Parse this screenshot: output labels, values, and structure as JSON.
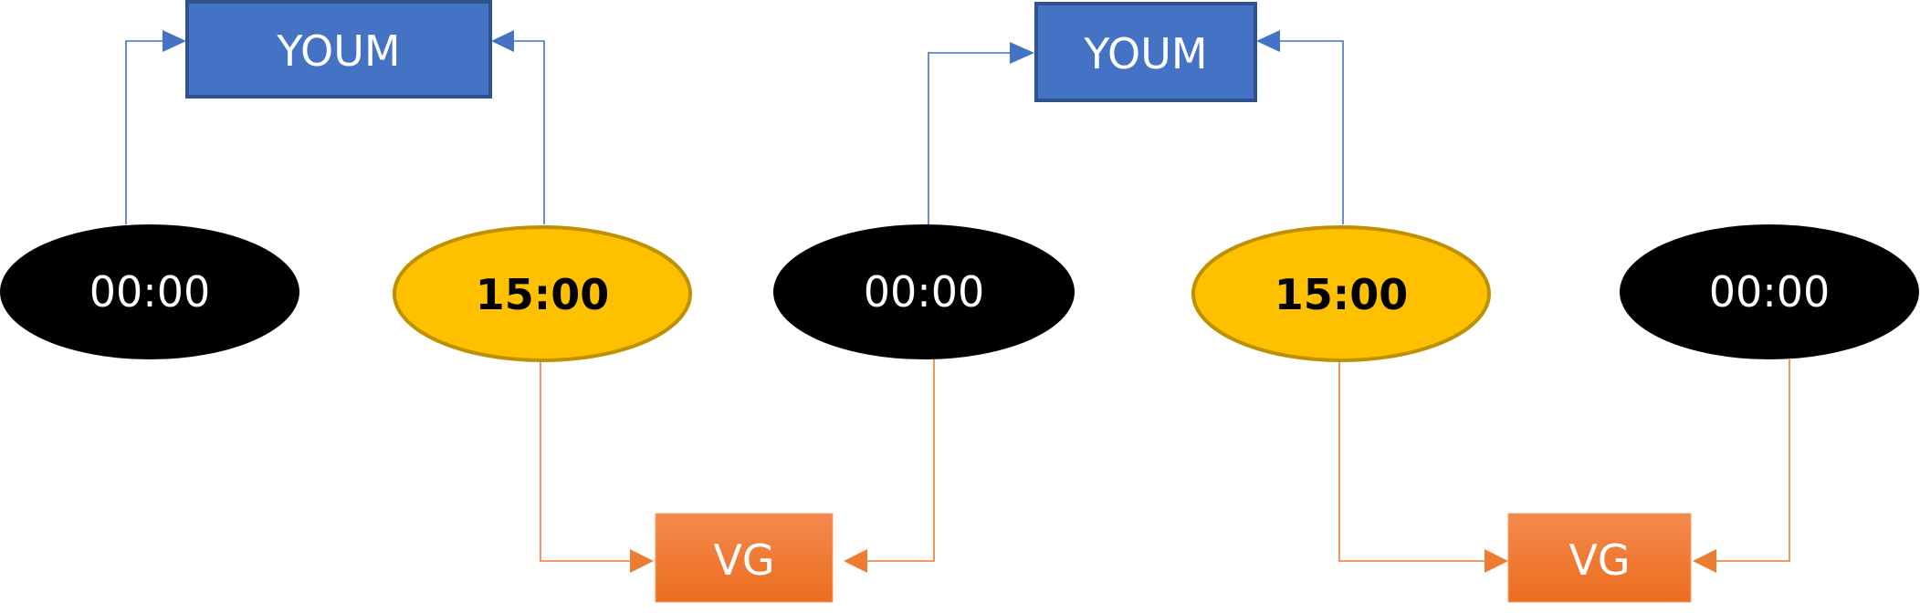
{
  "diagram": {
    "top_boxes": [
      {
        "label": "YOUM"
      },
      {
        "label": "YOUM"
      }
    ],
    "bottom_boxes": [
      {
        "label": "VG"
      },
      {
        "label": "VG"
      }
    ],
    "time_nodes": [
      {
        "label": "00:00",
        "style": "black"
      },
      {
        "label": "15:00",
        "style": "gold"
      },
      {
        "label": "00:00",
        "style": "black"
      },
      {
        "label": "15:00",
        "style": "gold"
      },
      {
        "label": "00:00",
        "style": "black"
      }
    ],
    "colors": {
      "top_box_fill": "#4472c4",
      "top_box_stroke": "#2f528f",
      "bottom_box_fill_top": "#f4894d",
      "bottom_box_fill_bottom": "#ec6d1f",
      "blue_connector": "#4472c4",
      "orange_connector": "#ed7d31",
      "black_node": "#000000",
      "gold_node": "#ffc000",
      "gold_node_stroke": "#bf9000"
    }
  }
}
